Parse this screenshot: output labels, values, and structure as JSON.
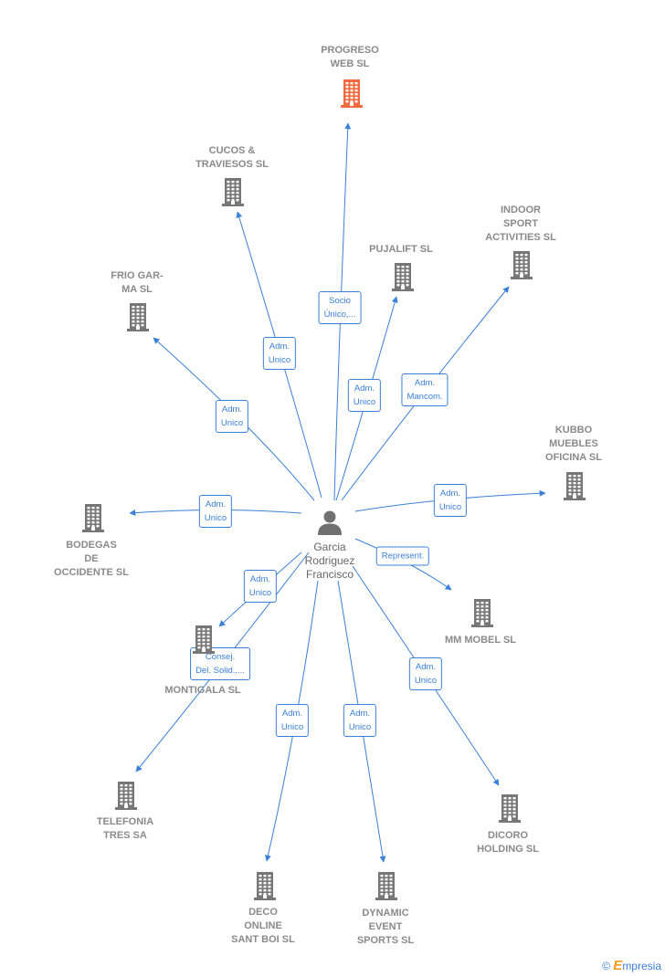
{
  "center": {
    "name": "Garcia\nRodriguez\nFrancisco",
    "icon": "person-icon"
  },
  "companies": [
    {
      "id": "progreso",
      "name": "PROGRESO\nWEB SL",
      "highlight": true
    },
    {
      "id": "cucos",
      "name": "CUCOS &\nTRAVIESOS SL"
    },
    {
      "id": "pujalift",
      "name": "PUJALIFT SL"
    },
    {
      "id": "indoor",
      "name": "INDOOR\nSPORT\nACTIVITIES SL"
    },
    {
      "id": "frio",
      "name": "FRIO GAR-\nMA SL"
    },
    {
      "id": "kubbo",
      "name": "KUBBO\nMUEBLES\nOFICINA SL"
    },
    {
      "id": "bodegas",
      "name": "BODEGAS\nDE\nOCCIDENTE SL"
    },
    {
      "id": "mmmobel",
      "name": "MM MOBEL SL"
    },
    {
      "id": "montigala",
      "name": "MONTIGALA SL"
    },
    {
      "id": "telefonia",
      "name": "TELEFONIA\nTRES SA"
    },
    {
      "id": "dicoro",
      "name": "DICORO\nHOLDING SL"
    },
    {
      "id": "deco",
      "name": "DECO\nONLINE\nSANT BOI SL"
    },
    {
      "id": "dynamic",
      "name": "DYNAMIC\nEVENT\nSPORTS SL"
    }
  ],
  "relations": [
    {
      "target": "progreso",
      "label": "Socio\nÚnico,..."
    },
    {
      "target": "cucos",
      "label": "Adm.\nUnico"
    },
    {
      "target": "pujalift",
      "label": "Adm.\nUnico"
    },
    {
      "target": "indoor",
      "label": "Adm.\nMancom."
    },
    {
      "target": "frio",
      "label": "Adm.\nUnico"
    },
    {
      "target": "kubbo",
      "label": "Adm.\nUnico"
    },
    {
      "target": "bodegas",
      "label": "Adm.\nUnico"
    },
    {
      "target": "mmmobel",
      "label": "Represent."
    },
    {
      "target": "montigala",
      "label": "Adm.\nUnico"
    },
    {
      "target": "telefonia",
      "label": "Consej.\nDel. Solid.,..."
    },
    {
      "target": "dicoro",
      "label": "Adm.\nUnico"
    },
    {
      "target": "deco",
      "label": "Adm.\nUnico"
    },
    {
      "target": "dynamic",
      "label": "Adm.\nUnico"
    }
  ],
  "colors": {
    "edge": "#3a80d8",
    "building": "#777777",
    "highlight": "#f26a3d",
    "label": "#8a8a8a"
  },
  "footer": {
    "copyright": "©",
    "brand_initial": "E",
    "brand_rest": "mpresia"
  }
}
